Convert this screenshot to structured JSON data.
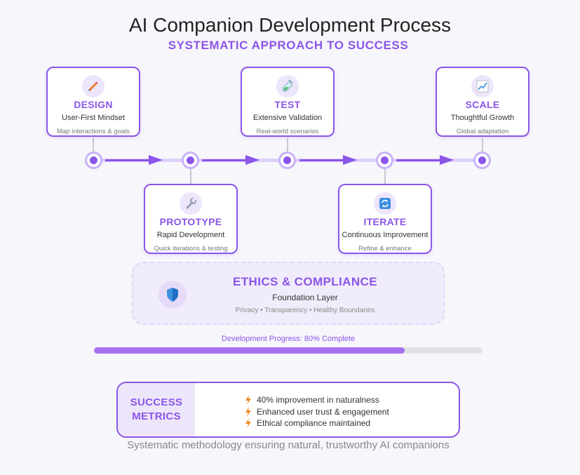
{
  "title": "AI Companion Development Process",
  "subtitle": "SYSTEMATIC APPROACH TO SUCCESS",
  "stages": [
    {
      "name": "DESIGN",
      "subtitle": "User-First Mindset",
      "description": "Map interactions & goals",
      "icon": "pencil-icon"
    },
    {
      "name": "PROTOTYPE",
      "subtitle": "Rapid Development",
      "description": "Quick iterations & testing",
      "icon": "wrench-icon"
    },
    {
      "name": "TEST",
      "subtitle": "Extensive Validation",
      "description": "Real-world scenarios",
      "icon": "test-tube-icon"
    },
    {
      "name": "ITERATE",
      "subtitle": "Continuous Improvement",
      "description": "Refine & enhance",
      "icon": "refresh-icon"
    },
    {
      "name": "SCALE",
      "subtitle": "Thoughtful Growth",
      "description": "Global adaptation",
      "icon": "chart-icon"
    }
  ],
  "ethics": {
    "title": "ETHICS & COMPLIANCE",
    "subtitle": "Foundation Layer",
    "description": "Privacy • Transparency • Healthy Boundaries",
    "icon": "shield-icon"
  },
  "progress": {
    "label": "Development Progress: 80% Complete",
    "value": 0.8
  },
  "metrics": {
    "label_line1": "SUCCESS",
    "label_line2": "METRICS",
    "items": [
      "40% improvement in naturalness",
      "Enhanced user trust & engagement",
      "Ethical compliance maintained"
    ],
    "icon": "lightning-icon"
  },
  "footer": "Systematic methodology ensuring natural, trustworthy AI companions",
  "colors": {
    "accent": "#8b55e8",
    "accent_light": "#ede6fb",
    "background": "#f7f6fb"
  }
}
